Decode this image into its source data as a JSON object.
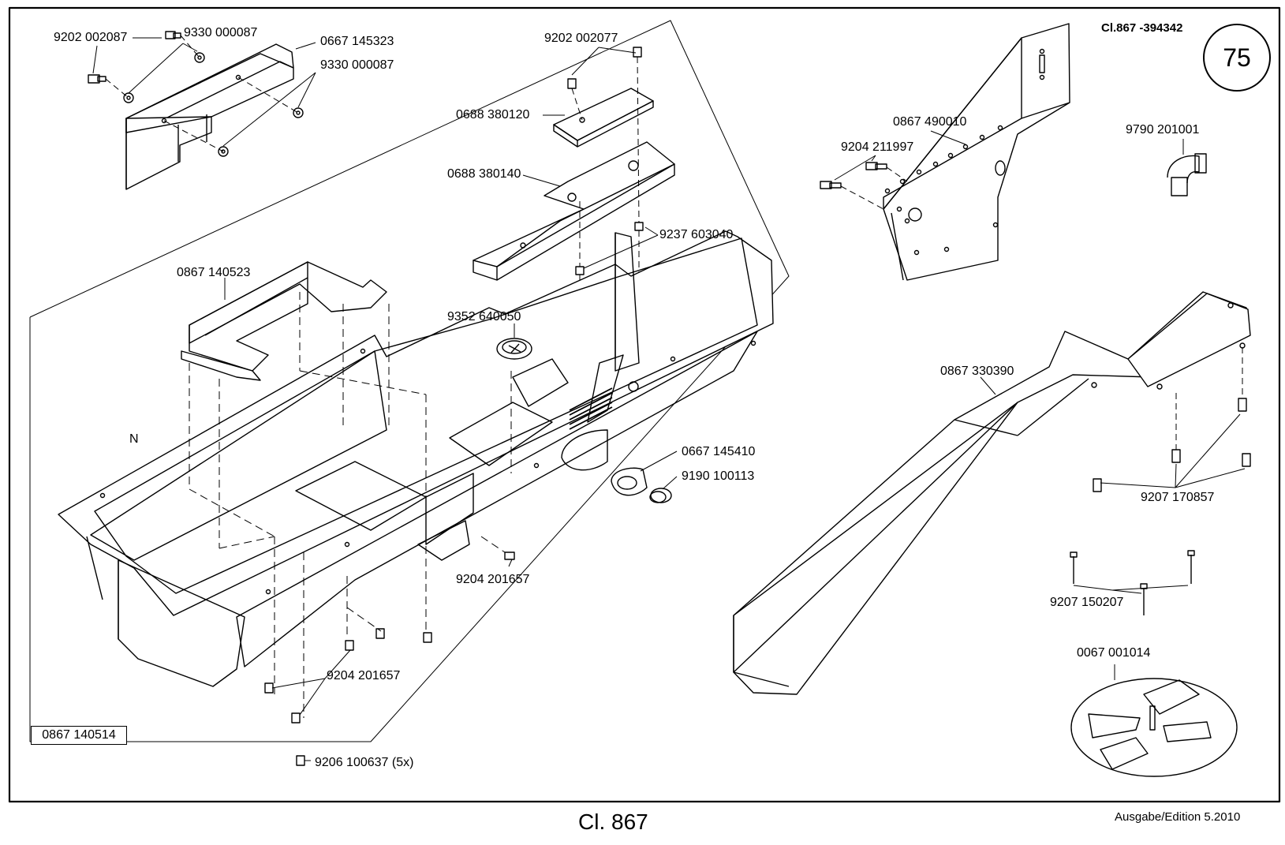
{
  "header": {
    "class_ref": "Cl.867 -394342",
    "page_number": "75"
  },
  "footer": {
    "title": "Cl. 867",
    "edition": "Ausgabe/Edition  5.2010"
  },
  "assembly_label": "0867 140514",
  "orientation_mark": "N",
  "parts": {
    "p01": "9202 002087",
    "p02": "9330 000087",
    "p03": "0667 145323",
    "p04": "9330 000087",
    "p05": "9202 002077",
    "p06": "0688 380120",
    "p07": "0688 380140",
    "p08": "9237 603040",
    "p09": "0867 140523",
    "p10": "9352 640050",
    "p11": "0667 145410",
    "p12": "9190 100113",
    "p13": "9204 201657",
    "p14": "9204 201657",
    "p15": "9206 100637 (5x)",
    "p16": "0867 490010",
    "p17": "9204 211997",
    "p18": "9790 201001",
    "p19": "0867 330390",
    "p20": "9207 170857",
    "p21": "9207 150207",
    "p22": "0067 001014"
  }
}
